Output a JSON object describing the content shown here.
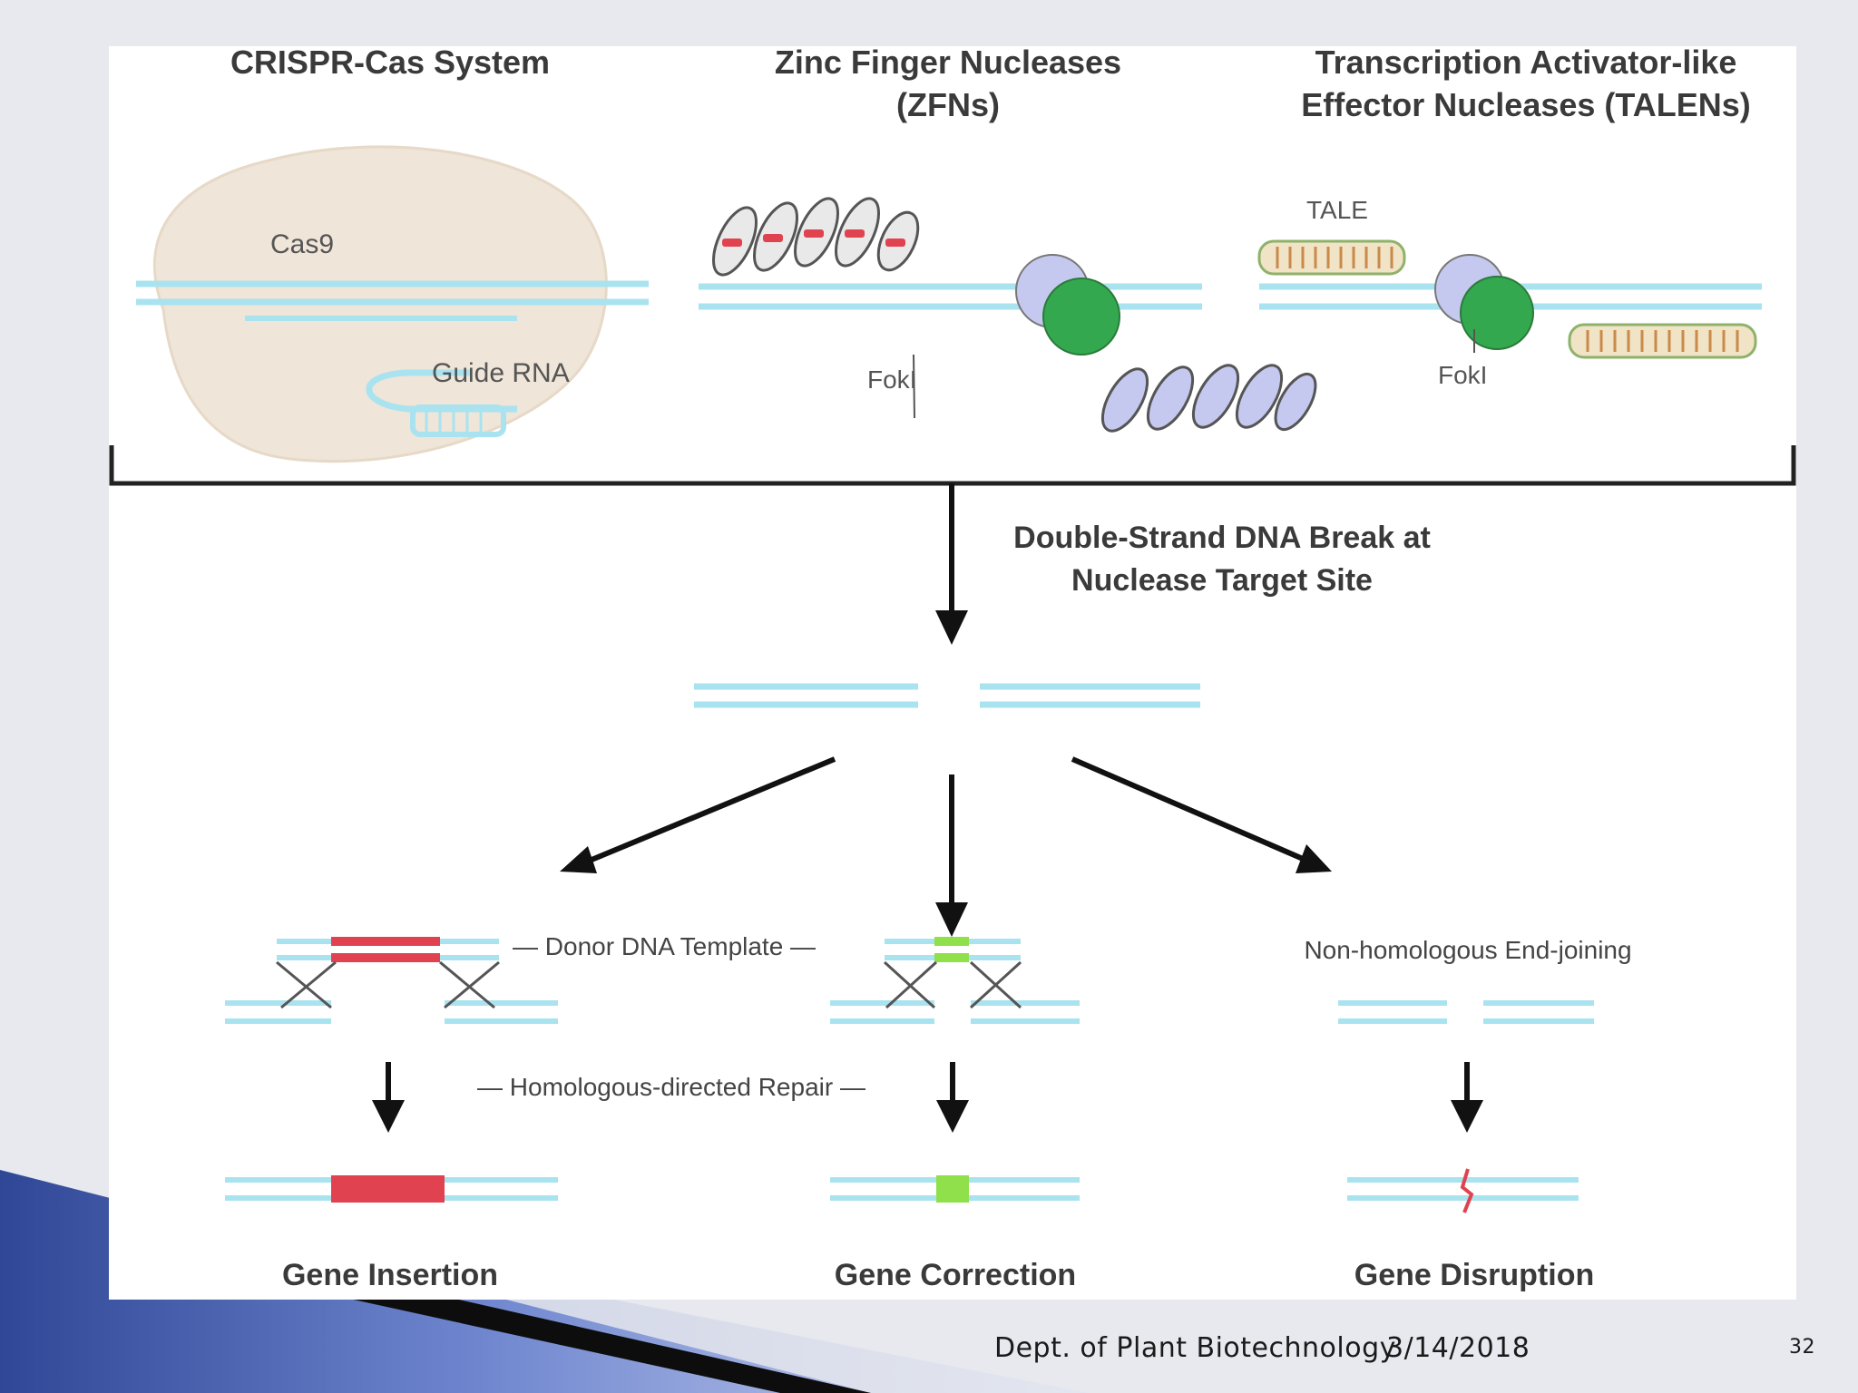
{
  "nucleases": {
    "crispr": {
      "title": "CRISPR-Cas System",
      "cas_label": "Cas9",
      "guide_label": "Guide RNA"
    },
    "zfn": {
      "title_line1": "Zinc Finger Nucleases",
      "title_line2": "(ZFNs)",
      "foki_label": "FokI"
    },
    "talen": {
      "title_line1": "Transcription Activator-like",
      "title_line2": "Effector Nucleases (TALENs)",
      "tale_label": "TALE",
      "foki_label": "FokI"
    }
  },
  "break": {
    "line1": "Double-Strand DNA Break at",
    "line2": "Nuclease Target Site"
  },
  "repair": {
    "donor_label": "— Donor DNA Template —",
    "hdr_label": "— Homologous-directed Repair —",
    "nhej_label": "Non-homologous End-joining"
  },
  "outcomes": {
    "insertion": "Gene Insertion",
    "correction": "Gene Correction",
    "disruption": "Gene Disruption"
  },
  "footer": {
    "dept": "Dept. of Plant Biotechnology",
    "date": "3/14/2018",
    "page": "32"
  },
  "colors": {
    "dna_strand": "#a9e3f0",
    "insertion": "#e0434f",
    "correction": "#8fe04a",
    "cas9_body": "#efe5d8",
    "foki_light": "#c5c8ef",
    "foki_dark": "#34a84f",
    "slide_accent": "#4a64b0"
  }
}
